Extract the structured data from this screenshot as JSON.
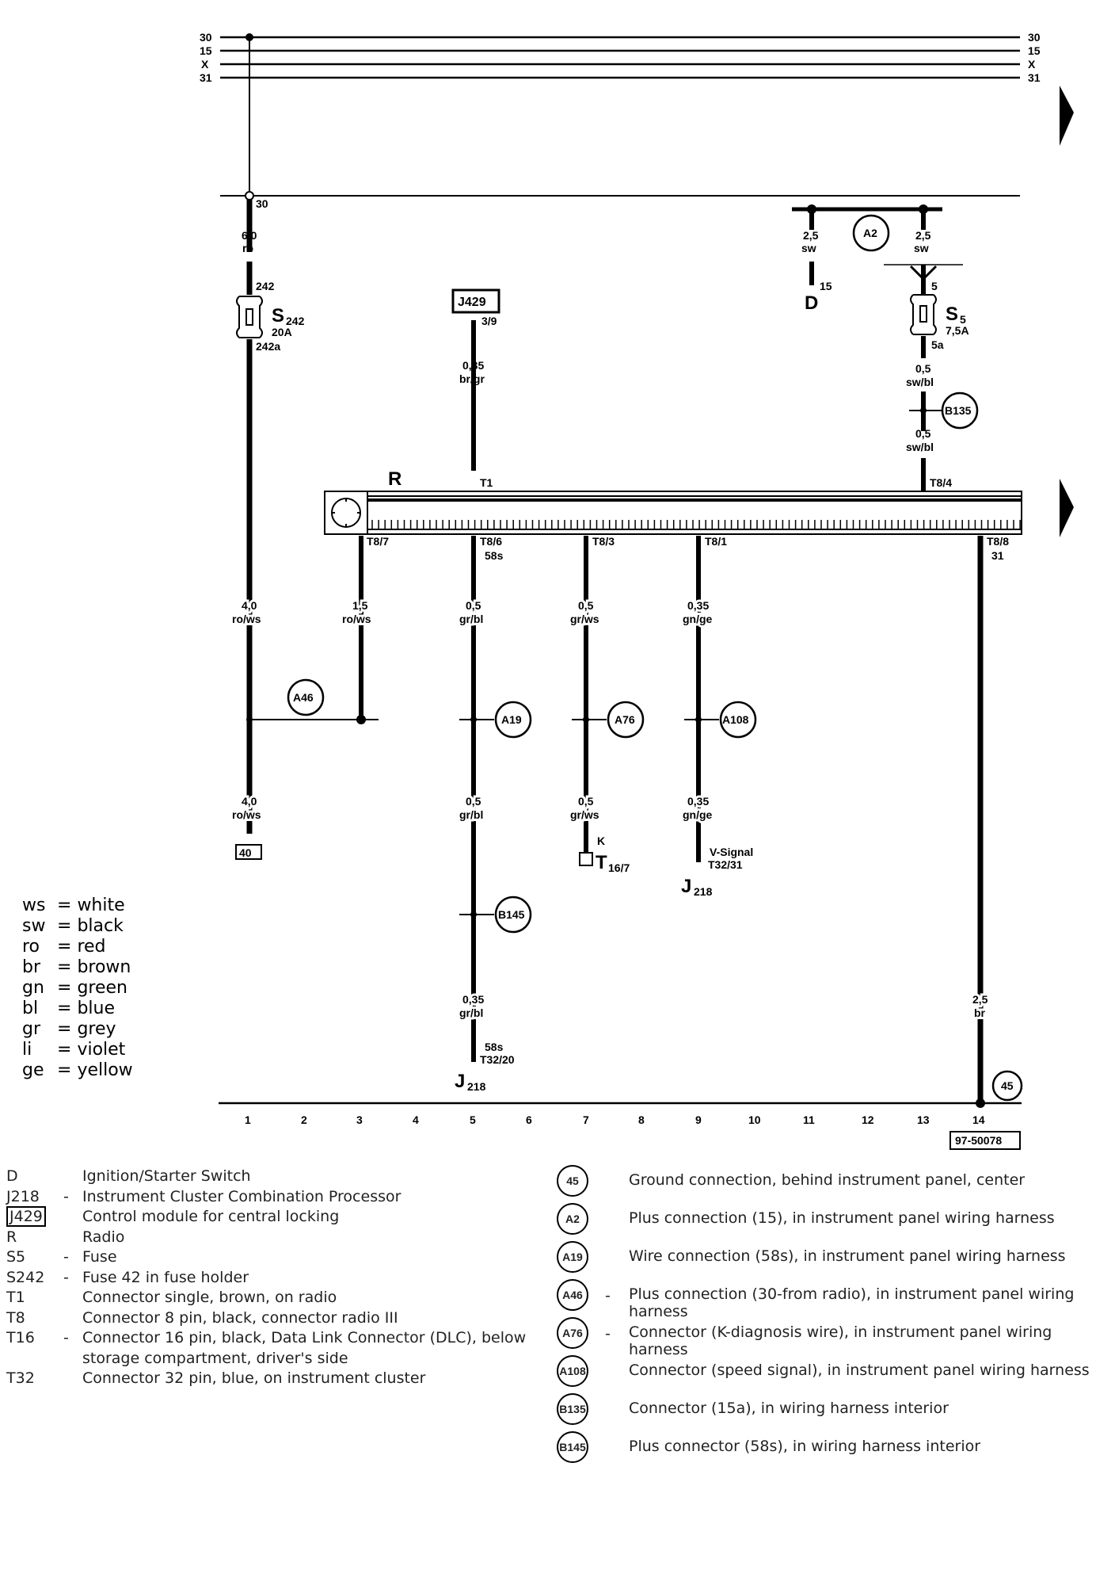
{
  "bus_labels": {
    "l30": "30",
    "l15": "15",
    "lx": "X",
    "l31": "31"
  },
  "ref_numbers": [
    "1",
    "2",
    "3",
    "4",
    "5",
    "6",
    "7",
    "8",
    "9",
    "10",
    "11",
    "12",
    "13",
    "14"
  ],
  "drawing_id": "97-50078",
  "radio_label": "R",
  "components": {
    "j429": "J429",
    "j429_pin": "3/9",
    "d": "D",
    "d_pin": "15",
    "s242": "S",
    "s242_sub": "242",
    "s242_rating": "20A",
    "s242_in": "242",
    "s242_out": "242a",
    "s5": "S",
    "s5_sub": "5",
    "s5_rating": "7,5A",
    "s5_in": "5",
    "s5_out": "5a",
    "t16": "T",
    "t16_sub": "16/7",
    "t16_k": "K",
    "j218_a": "J",
    "j218_a_sub": "218",
    "j218_b": "J",
    "j218_b_sub": "218",
    "ground_40": "40",
    "bus_30_junction": "30"
  },
  "wires": {
    "w1_top": [
      "6,0",
      "ro"
    ],
    "w1_mid": [
      "4,0",
      "ro/ws"
    ],
    "w1_bot": [
      "4,0",
      "ro/ws"
    ],
    "w3": [
      "1,5",
      "ro/ws"
    ],
    "w5_top": [
      "0,35",
      "br/gr"
    ],
    "w5_a": [
      "0,5",
      "gr/bl"
    ],
    "w5_b": [
      "0,5",
      "gr/bl"
    ],
    "w5_c": [
      "0,35",
      "gr/bl"
    ],
    "w7_a": [
      "0,5",
      "gr/ws"
    ],
    "w7_b": [
      "0,5",
      "gr/ws"
    ],
    "w9_a": [
      "0,35",
      "gn/ge"
    ],
    "w9_b": [
      "0,35",
      "gn/ge"
    ],
    "w11": [
      "2,5",
      "sw"
    ],
    "w12": [
      "2,5",
      "sw"
    ],
    "w13_a": [
      "0,5",
      "sw/bl"
    ],
    "w13_b": [
      "0,5",
      "sw/bl"
    ],
    "w14": [
      "2,5",
      "br"
    ]
  },
  "pins": {
    "t1": "T1",
    "t8_4": "T8/4",
    "t8_7": "T8/7",
    "t8_6": "T8/6",
    "t8_6b": "58s",
    "t8_3": "T8/3",
    "t8_1": "T8/1",
    "t8_8": "T8/8",
    "t8_8b": "31",
    "j218a_58s": "58s",
    "j218a_pin": "T32/20",
    "j218b_sig": "V-Signal",
    "j218b_pin": "T32/31"
  },
  "circles": {
    "a2": "A2",
    "a46": "A46",
    "a19": "A19",
    "a76": "A76",
    "a108": "A108",
    "b135": "B135",
    "b145": "B145",
    "g45": "45"
  },
  "color_codes": [
    {
      "abbr": "ws",
      "name": "white"
    },
    {
      "abbr": "sw",
      "name": "black"
    },
    {
      "abbr": "ro",
      "name": "red"
    },
    {
      "abbr": "br",
      "name": "brown"
    },
    {
      "abbr": "gn",
      "name": "green"
    },
    {
      "abbr": "bl",
      "name": "blue"
    },
    {
      "abbr": "gr",
      "name": "grey"
    },
    {
      "abbr": "li",
      "name": "violet"
    },
    {
      "abbr": "ge",
      "name": "yellow"
    }
  ],
  "legend_left": [
    {
      "code": "D",
      "dash": "",
      "desc": "Ignition/Starter Switch"
    },
    {
      "code": "J218",
      "dash": "-",
      "desc": "Instrument Cluster Combination Processor"
    },
    {
      "code": "J429",
      "dash": "",
      "desc": "Control module for central locking"
    },
    {
      "code": "R",
      "dash": "",
      "desc": "Radio"
    },
    {
      "code": "S5",
      "dash": "-",
      "desc": "Fuse"
    },
    {
      "code": "S242",
      "dash": "-",
      "desc": "Fuse 42 in fuse holder"
    },
    {
      "code": "T1",
      "dash": "",
      "desc": "Connector single, brown, on radio"
    },
    {
      "code": "T8",
      "dash": "",
      "desc": "Connector 8 pin, black, connector radio III"
    },
    {
      "code": "T16",
      "dash": "-",
      "desc": "Connector 16 pin, black, Data Link Connector (DLC), below storage compartment, driver's side"
    },
    {
      "code": "T32",
      "dash": "",
      "desc": "Connector 32 pin, blue, on instrument cluster"
    }
  ],
  "legend_right": [
    {
      "symbol": "45",
      "dash": "",
      "desc": "Ground connection, behind instrument panel, center"
    },
    {
      "symbol": "A2",
      "dash": "",
      "desc": "Plus connection (15), in instrument panel wiring harness"
    },
    {
      "symbol": "A19",
      "dash": "",
      "desc": "Wire connection (58s), in instrument panel wiring harness"
    },
    {
      "symbol": "A46",
      "dash": "-",
      "desc": "Plus connection (30-from radio), in instrument panel wiring harness"
    },
    {
      "symbol": "A76",
      "dash": "-",
      "desc": "Connector (K-diagnosis wire), in instrument panel wiring harness"
    },
    {
      "symbol": "A108",
      "dash": "",
      "desc": "Connector (speed signal), in instrument panel wiring harness"
    },
    {
      "symbol": "B135",
      "dash": "",
      "desc": "Connector (15a), in wiring harness interior"
    },
    {
      "symbol": "B145",
      "dash": "",
      "desc": "Plus connector (58s), in wiring harness interior"
    }
  ]
}
